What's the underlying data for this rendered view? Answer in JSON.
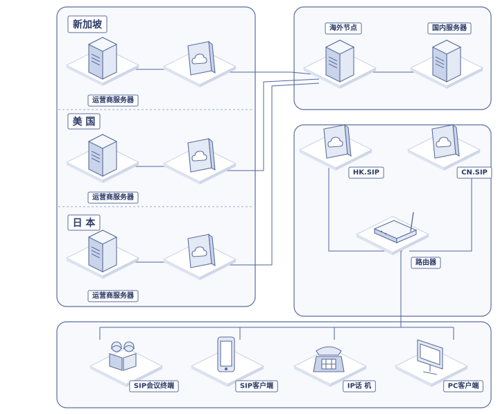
{
  "regions": {
    "singapore": "新加坡",
    "usa": "美 国",
    "japan": "日 本"
  },
  "labels": {
    "carrier_server": "运营商服务器",
    "overseas_node": "海外节点",
    "domestic_server": "国内服务器",
    "hk_sip": "HK.SIP",
    "cn_sip": "CN.SIP",
    "router": "路由器",
    "sip_conference": "SIP会议终端",
    "sip_client": "SIP客户端",
    "ip_phone": "IP话 机",
    "pc_client": "PC客户端"
  },
  "colors": {
    "panel_border": "#5b6d9a",
    "panel_fill": "#f7f9fd",
    "line": "#4e64a0",
    "platform_fill": "#ffffff",
    "platform_stroke": "#c7d0e3",
    "device_fill": "#e3e9f5",
    "device_dark": "#c2cde6",
    "label_text": "#2b3a66",
    "divider": "#9aa9c8"
  },
  "icons": {
    "server": "server-icon",
    "cloud_gateway": "cloud-gateway-icon",
    "router": "router-icon",
    "conference": "conference-terminal-icon",
    "phone": "mobile-phone-icon",
    "ip_phone": "ip-phone-icon",
    "pc": "monitor-icon"
  }
}
